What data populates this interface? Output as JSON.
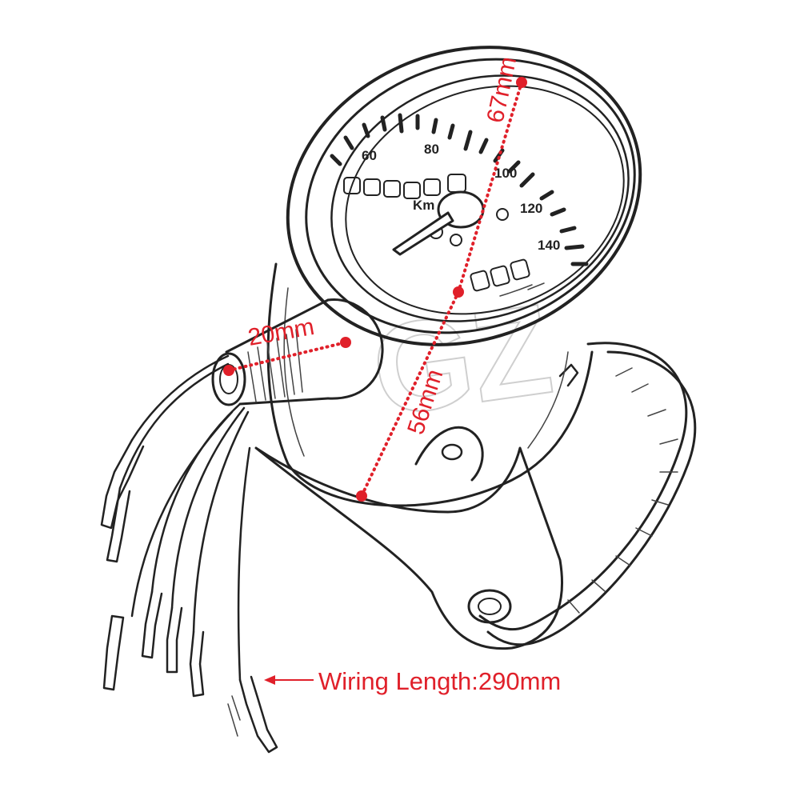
{
  "dimensions": {
    "height_label": "67mm",
    "body_label": "56mm",
    "connector_label": "20mm"
  },
  "wiring_note": "Wiring Length:290mm",
  "speedometer": {
    "scale_labels": [
      "60",
      "80",
      "100",
      "120",
      "140"
    ],
    "unit_label": "Km"
  },
  "colors": {
    "annotation": "#e0202a",
    "line_art": "#222222"
  },
  "icons": [
    "speedometer-dial",
    "needle",
    "odometer",
    "bracket",
    "connector",
    "wire-terminal",
    "arrow-left"
  ]
}
